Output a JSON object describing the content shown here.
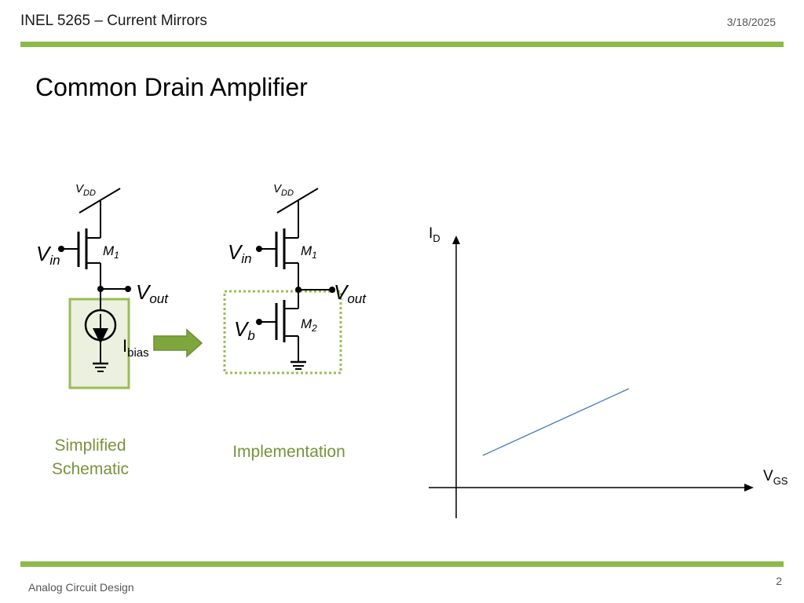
{
  "header": {
    "course_title": "INEL 5265 – Current Mirrors",
    "date": "3/18/2025"
  },
  "slide": {
    "title": "Common Drain Amplifier"
  },
  "schematic_simplified": {
    "vdd_main": "V",
    "vdd_sub": "DD",
    "vin_main": "V",
    "vin_sub": "in",
    "m1_main": "M",
    "m1_sub": "1",
    "vout_main": "V",
    "vout_sub": "out",
    "ibias_main": "I",
    "ibias_sub": "bias",
    "caption_line1": "Simplified",
    "caption_line2": "Schematic"
  },
  "schematic_implementation": {
    "vdd_main": "V",
    "vdd_sub": "DD",
    "vin_main": "V",
    "vin_sub": "in",
    "m1_main": "M",
    "m1_sub": "1",
    "vout_main": "V",
    "vout_sub": "out",
    "vb_main": "V",
    "vb_sub": "b",
    "m2_main": "M",
    "m2_sub": "2",
    "caption": "Implementation"
  },
  "graph": {
    "y_axis_main": "I",
    "y_axis_sub": "D",
    "x_axis_main": "V",
    "x_axis_sub": "GS"
  },
  "footer": {
    "left": "Analog Circuit Design",
    "page_number": "2"
  },
  "colors": {
    "accent_bar": "#8dba4a",
    "caption_green": "#77933c",
    "highlight_box": "#9bbb59",
    "arrow_fill": "#7fa63c",
    "graph_line": "#4a7ebb"
  }
}
